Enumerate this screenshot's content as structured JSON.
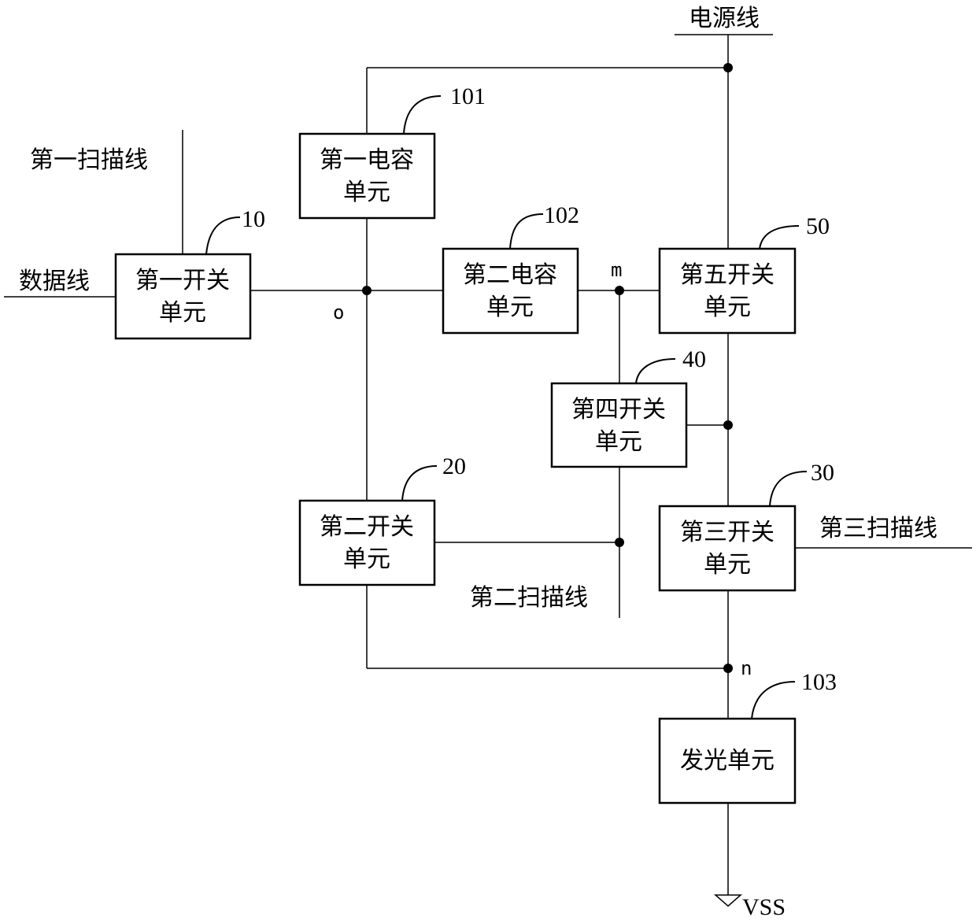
{
  "labels": {
    "power_line": "电源线",
    "scan_line_1": "第一扫描线",
    "data_line": "数据线",
    "scan_line_2": "第二扫描线",
    "scan_line_3": "第三扫描线",
    "vss": "VSS"
  },
  "nodes": {
    "o": "o",
    "m": "m",
    "n": "n"
  },
  "units": {
    "cap1": {
      "line1": "第一电容",
      "line2": "单元",
      "ref": "101"
    },
    "cap2": {
      "line1": "第二电容",
      "line2": "单元",
      "ref": "102"
    },
    "sw1": {
      "line1": "第一开关",
      "line2": "单元",
      "ref": "10"
    },
    "sw2": {
      "line1": "第二开关",
      "line2": "单元",
      "ref": "20"
    },
    "sw3": {
      "line1": "第三开关",
      "line2": "单元",
      "ref": "30"
    },
    "sw4": {
      "line1": "第四开关",
      "line2": "单元",
      "ref": "40"
    },
    "sw5": {
      "line1": "第五开关",
      "line2": "单元",
      "ref": "50"
    },
    "led": {
      "line1": "发光单元",
      "ref": "103"
    }
  }
}
